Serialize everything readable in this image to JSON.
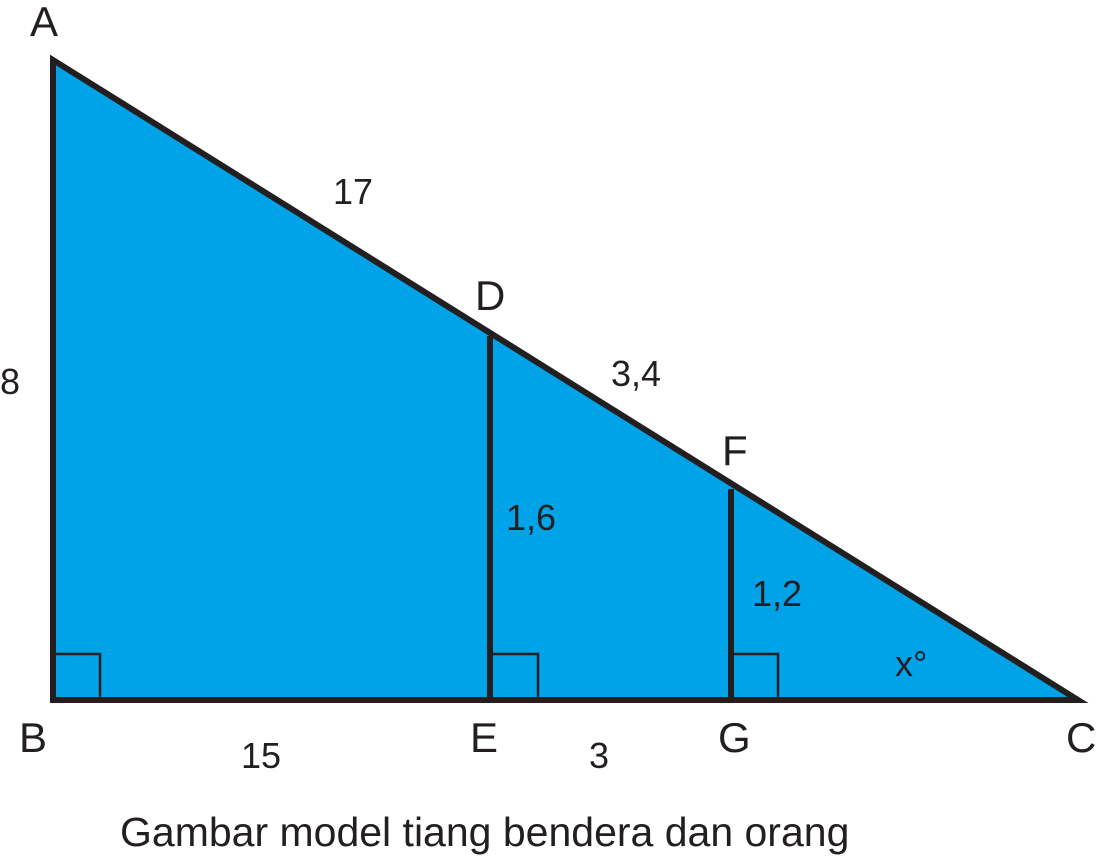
{
  "vertices": {
    "A": "A",
    "B": "B",
    "C": "C",
    "D": "D",
    "E": "E",
    "F": "F",
    "G": "G"
  },
  "measures": {
    "ab": "8",
    "ad": "17",
    "df": "3,4",
    "de": "1,6",
    "fg": "1,2",
    "be": "15",
    "eg": "3",
    "angle_c": "x°"
  },
  "caption": "Gambar model tiang bendera dan orang",
  "colors": {
    "fill": "#00a3e8",
    "stroke": "#231f20",
    "text": "#231f20"
  }
}
